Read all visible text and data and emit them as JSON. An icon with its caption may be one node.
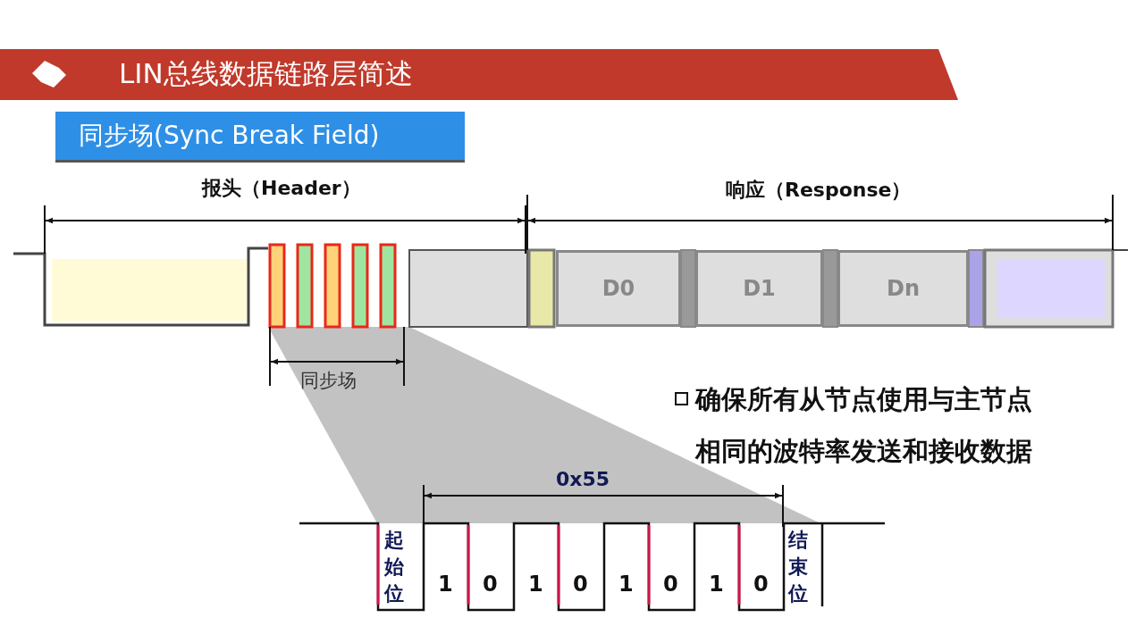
{
  "diagram": {
    "title": "LIN总线数据链路层简述",
    "nodes": [
      {
        "text": [
          "同步场(Sync Break Field)"
        ]
      },
      {
        "text": [
          "D0"
        ]
      },
      {
        "text": [
          "D1"
        ]
      },
      {
        "text": [
          "Dn"
        ]
      }
    ],
    "labels": [
      "报头（Header）",
      "响应（Response）",
      "同步场",
      "确保所有从节点使用与主节点相同的波特率发送和接收数据",
      "0x55",
      "起始位",
      "1",
      "0",
      "1",
      "0",
      "1",
      "0",
      "1",
      "0",
      "结束位"
    ]
  }
}
